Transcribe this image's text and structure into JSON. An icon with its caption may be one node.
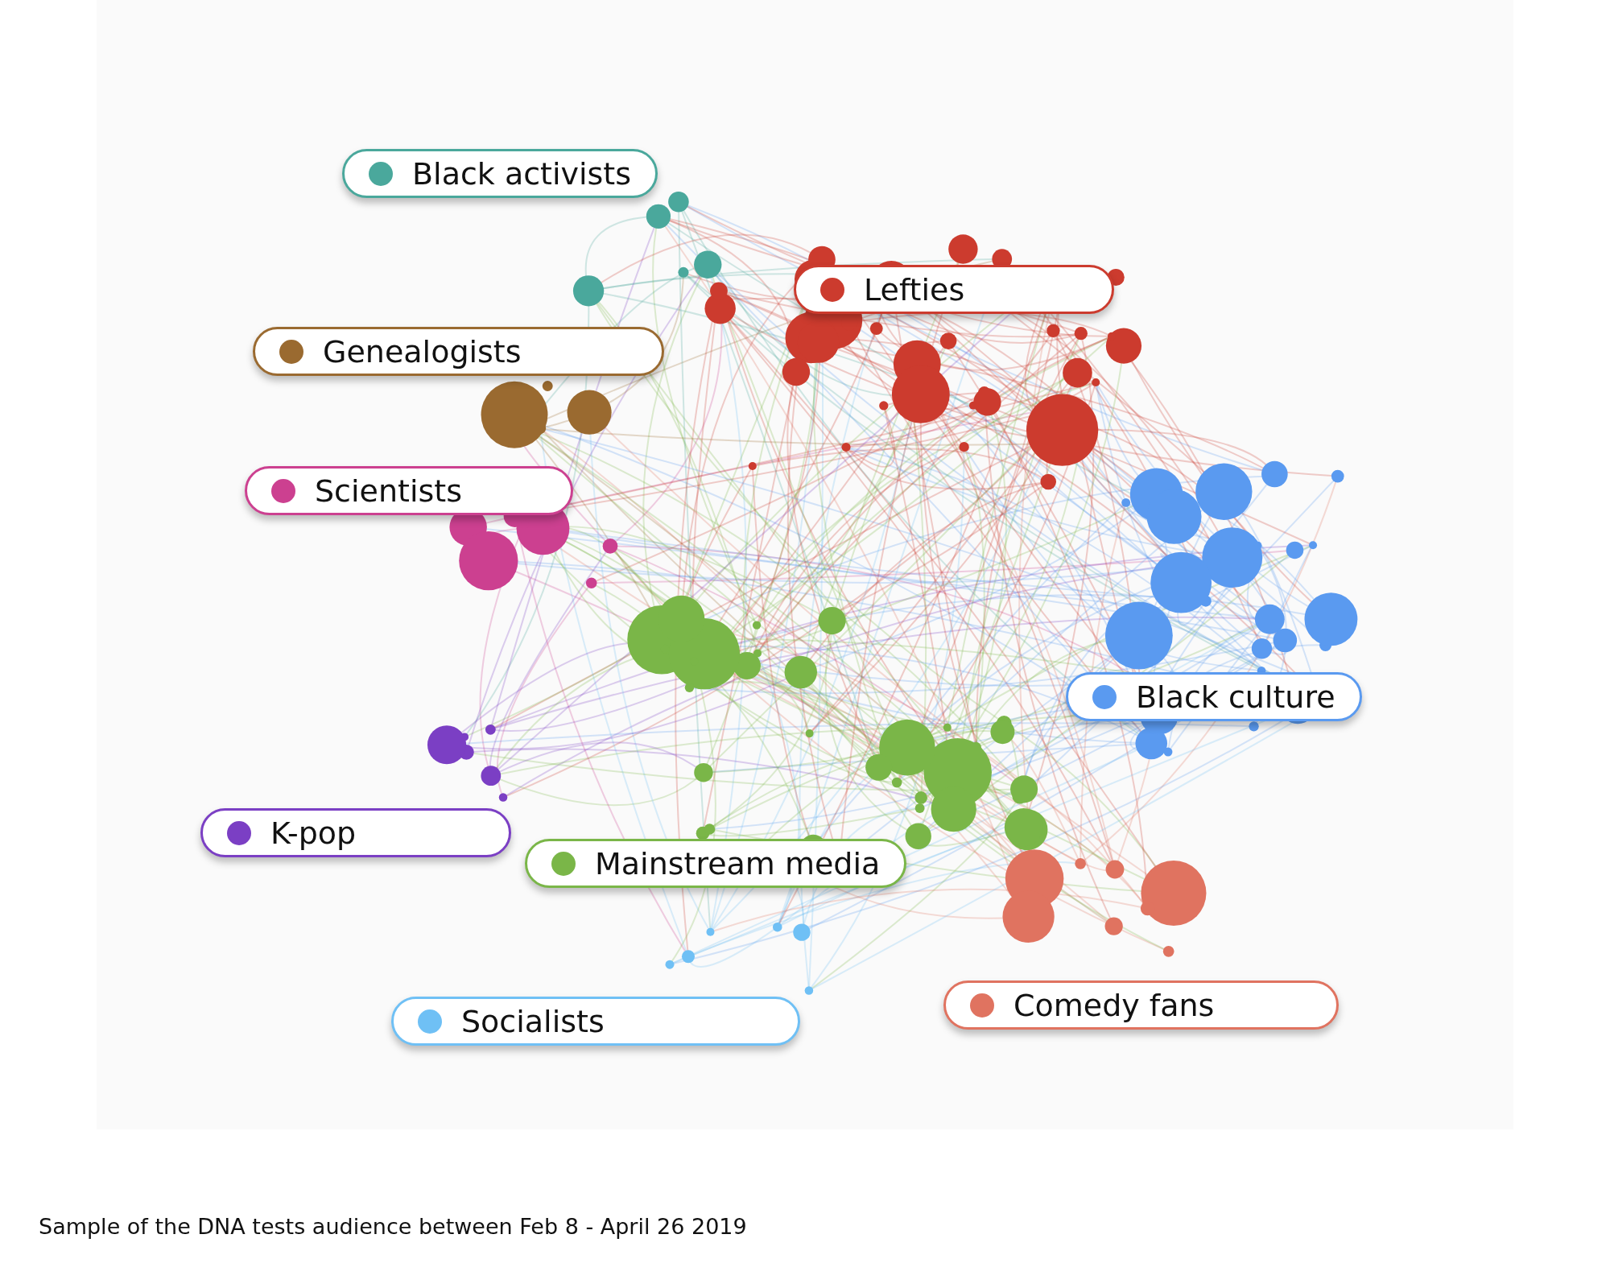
{
  "diagram": {
    "caption": "Sample of the DNA tests audience between Feb 8 - April 26 2019",
    "legend": [
      {
        "text": "Black activists",
        "color": "#4aa89c"
      },
      {
        "text": "Lefties",
        "color": "#cc3b2e"
      },
      {
        "text": "Genealogists",
        "color": "#9a6a30"
      },
      {
        "text": "Scientists",
        "color": "#cc4090"
      },
      {
        "text": "Black culture",
        "color": "#5a9af0"
      },
      {
        "text": "K-pop",
        "color": "#7b3fc4"
      },
      {
        "text": "Mainstream media",
        "color": "#7ab648"
      },
      {
        "text": "Socialists",
        "color": "#6fc0f5"
      },
      {
        "text": "Comedy fans",
        "color": "#e07360"
      }
    ]
  }
}
